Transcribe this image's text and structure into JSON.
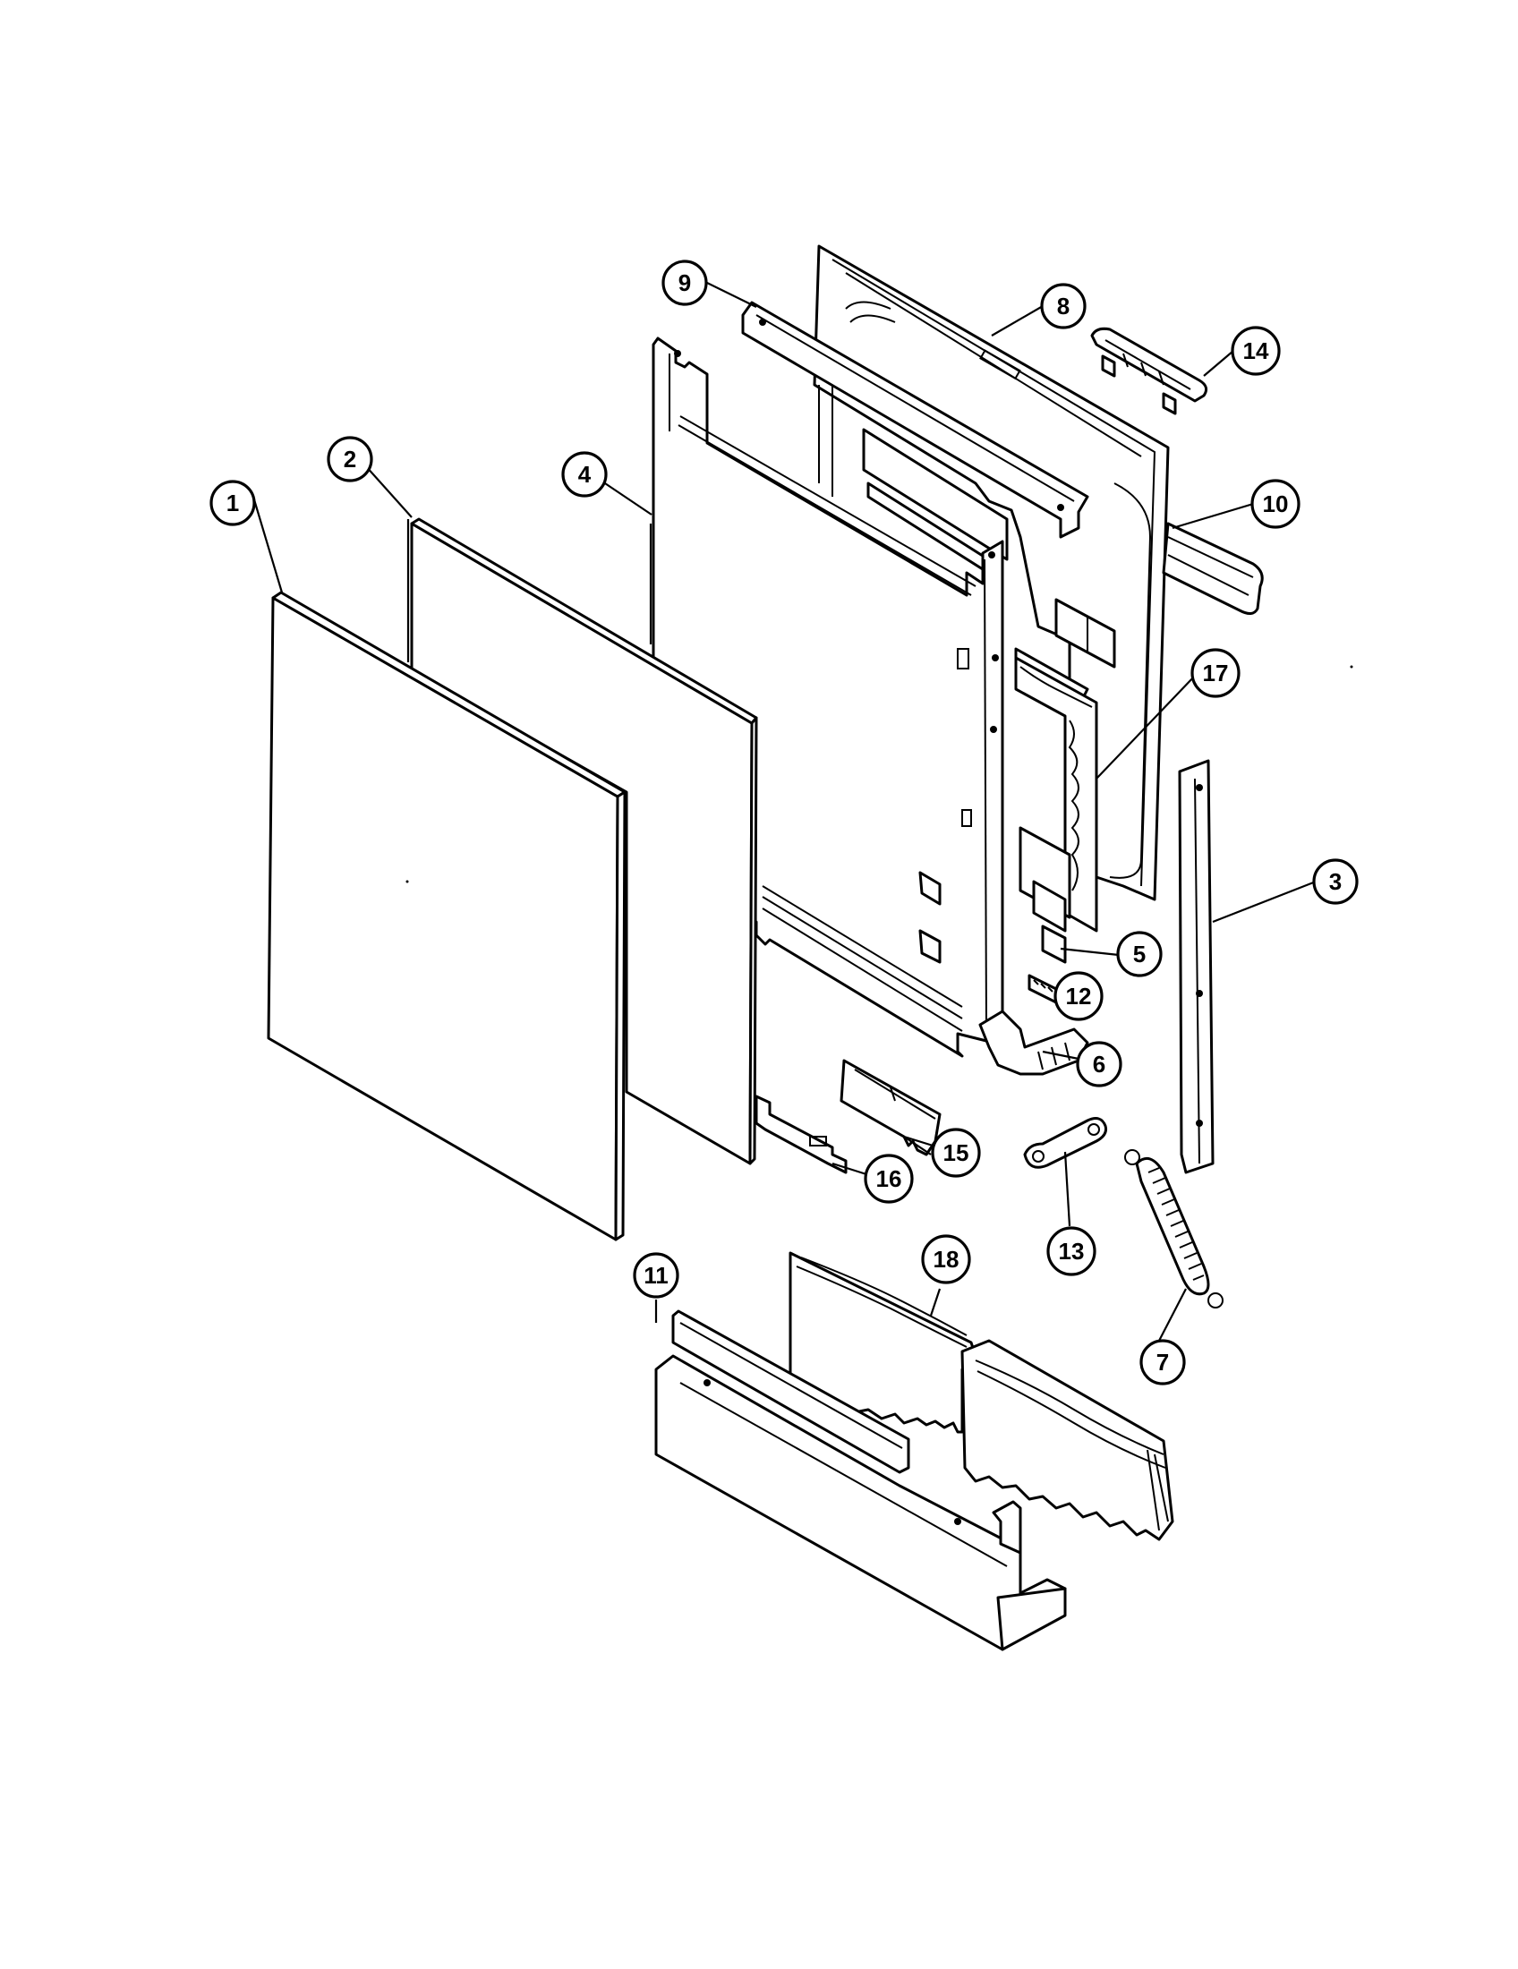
{
  "callouts": {
    "c1": "1",
    "c2": "2",
    "c3": "3",
    "c4": "4",
    "c5": "5",
    "c6": "6",
    "c7": "7",
    "c8": "8",
    "c9": "9",
    "c10": "10",
    "c11": "11",
    "c12": "12",
    "c13": "13",
    "c14": "14",
    "c15": "15",
    "c16": "16",
    "c17": "17",
    "c18": "18"
  },
  "colors": {
    "line": "#000000",
    "paper": "#ffffff"
  }
}
